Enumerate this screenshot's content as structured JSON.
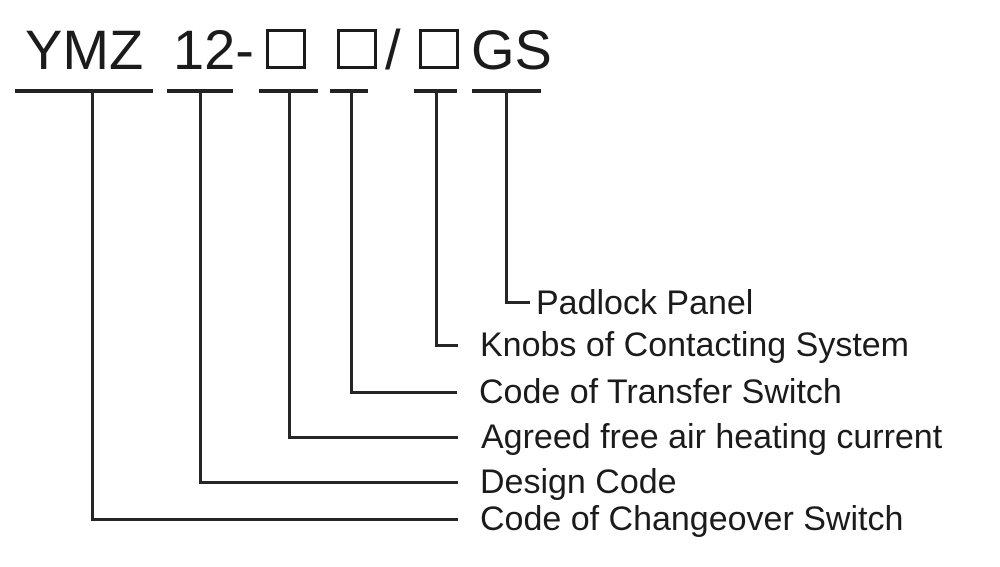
{
  "diagram": {
    "model": {
      "full_code": "YMZ 12-□ □/□GS",
      "series": "YMZ",
      "design_number": "12-",
      "slash": "/",
      "suffix": "GS"
    },
    "labels": [
      {
        "text": "Padlock Panel"
      },
      {
        "text": "Knobs of Contacting System"
      },
      {
        "text": "Code of Transfer Switch"
      },
      {
        "text": "Agreed free air heating current"
      },
      {
        "text": "Design Code"
      },
      {
        "text": "Code of Changeover Switch"
      }
    ],
    "colors": {
      "background": "#ffffff",
      "ink": "#1b1b1b",
      "line": "#262626"
    }
  }
}
